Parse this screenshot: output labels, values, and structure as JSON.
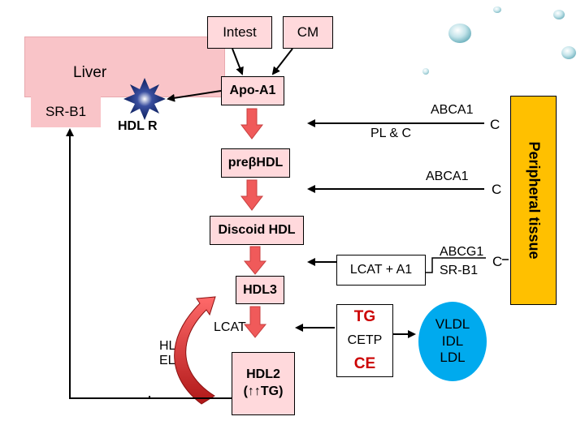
{
  "top_boxes": {
    "intest": "Intest",
    "cm": "CM"
  },
  "liver": {
    "label": "Liver",
    "receptor": "SR-B1"
  },
  "hdl_receptor": "HDL R",
  "stages": {
    "apo_a1": "Apo-A1",
    "pre_beta_hdl": "preβHDL",
    "discoid_hdl": "Discoid HDL",
    "hdl3": "HDL3",
    "hdl2_line1": "HDL2",
    "hdl2_line2": "(↑↑TG)"
  },
  "inputs": {
    "abca1_top": "ABCA1",
    "pl_c": "PL & C",
    "c_1": "C",
    "abca1_mid": "ABCA1",
    "c_2": "C",
    "abcg1": "ABCG1",
    "sr_b1": "SR-B1",
    "c_3": "C",
    "lcat_a1": "LCAT + A1"
  },
  "peripheral_tissue": "Peripheral tissue",
  "exchange": {
    "lcat": "LCAT",
    "tg": "TG",
    "cetp": "CETP",
    "ce": "CE",
    "hl": "HL",
    "el": "EL"
  },
  "lipoproteins": {
    "vldl": "VLDL",
    "idl": "IDL",
    "ldl": "LDL"
  },
  "colors": {
    "box_fill": "#ffd9dc",
    "liver_fill": "#f9c4c8",
    "arrow_red": "#f05a5a",
    "peripheral_fill": "#ffc000",
    "exchange_red": "#cc0000",
    "vldl_fill": "#00aaee",
    "burst_fill": "#0b1f5c"
  }
}
